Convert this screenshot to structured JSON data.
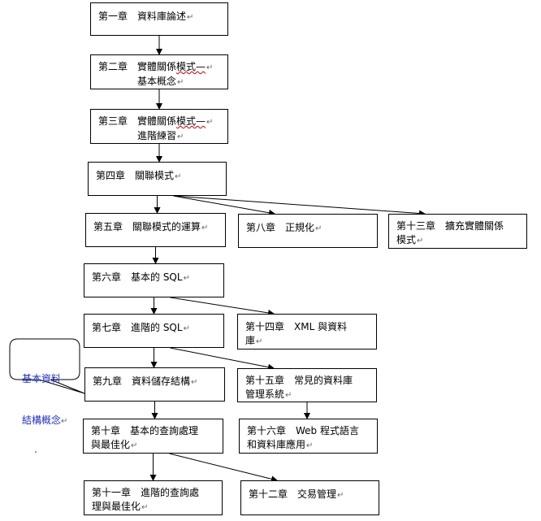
{
  "nodes": {
    "ch1": {
      "id": "ch1",
      "label": "第一章　資料庫論述"
    },
    "ch2": {
      "id": "ch2",
      "label": "第二章　實體關係模式—",
      "label2": "　　　　基本概念"
    },
    "ch3": {
      "id": "ch3",
      "label": "第三章　實體關係模式—",
      "label2": "　　　　進階練習"
    },
    "ch4": {
      "id": "ch4",
      "label": "第四章　關聯模式"
    },
    "ch5": {
      "id": "ch5",
      "label": "第五章　關聯模式的運算"
    },
    "ch8": {
      "id": "ch8",
      "label": "第八章　正規化"
    },
    "ch13": {
      "id": "ch13",
      "label": "第十三章　擴充實體關係",
      "label2": "模式"
    },
    "ch6": {
      "id": "ch6",
      "label": "第六章　基本的 SQL"
    },
    "ch14": {
      "id": "ch14",
      "label": "第十四章　XML 與資料",
      "label2": "庫"
    },
    "ch7": {
      "id": "ch7",
      "label": "第七章　進階的 SQL"
    },
    "ch9": {
      "id": "ch9",
      "label": "第九章　資料儲存結構"
    },
    "ch15": {
      "id": "ch15",
      "label": "第十五章　常見的資料庫",
      "label2": "管理系統"
    },
    "ch10": {
      "id": "ch10",
      "label": "第十章　基本的查詢處理",
      "label2": "與最佳化"
    },
    "ch16": {
      "id": "ch16",
      "label": "第十六章　Web 程式語言",
      "label2": "和資料庫應用"
    },
    "ch11": {
      "id": "ch11",
      "label": "第十一章　進階的查詢處",
      "label2": "理與最佳化"
    },
    "ch12": {
      "id": "ch12",
      "label": "第十二章　交易管理"
    }
  },
  "edges": [
    [
      "ch1",
      "ch2"
    ],
    [
      "ch2",
      "ch3"
    ],
    [
      "ch3",
      "ch4"
    ],
    [
      "ch4",
      "ch5"
    ],
    [
      "ch4",
      "ch8"
    ],
    [
      "ch4",
      "ch13"
    ],
    [
      "ch5",
      "ch6"
    ],
    [
      "ch6",
      "ch7"
    ],
    [
      "ch6",
      "ch14"
    ],
    [
      "ch7",
      "ch9"
    ],
    [
      "ch7",
      "ch15"
    ],
    [
      "ch9",
      "ch10"
    ],
    [
      "ch15",
      "ch16"
    ],
    [
      "ch10",
      "ch11"
    ],
    [
      "ch10",
      "ch12"
    ]
  ],
  "callout": {
    "line1": "基本資料",
    "line2": "結構概念"
  },
  "paragraph_mark": "↵"
}
